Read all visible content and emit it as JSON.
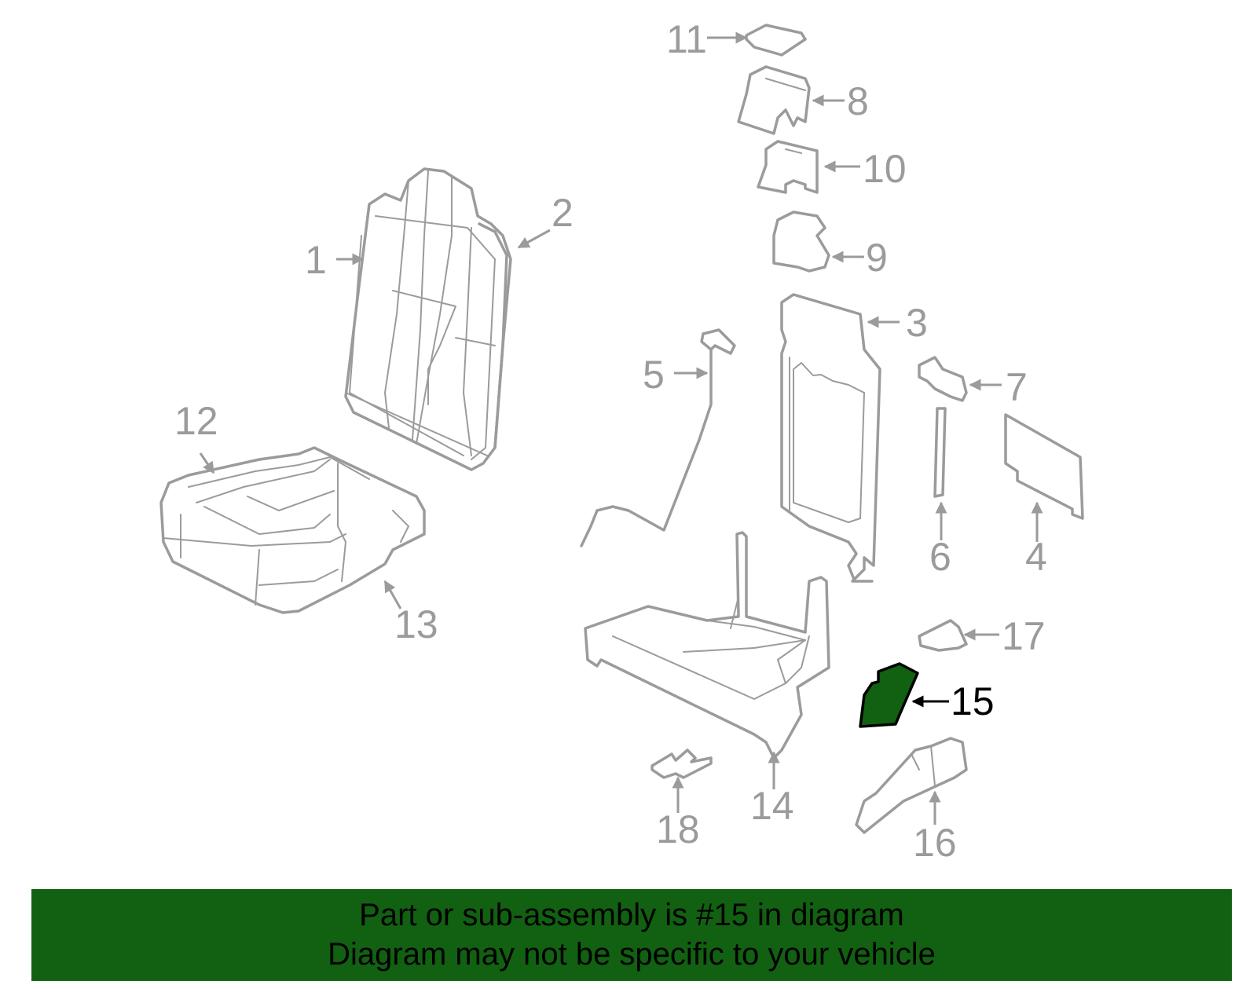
{
  "diagram": {
    "labels": [
      "1",
      "2",
      "3",
      "4",
      "5",
      "6",
      "7",
      "8",
      "9",
      "10",
      "11",
      "12",
      "13",
      "14",
      "15",
      "16",
      "17",
      "18"
    ],
    "highlighted_part": "15",
    "colors": {
      "line": "#9b9b9b",
      "highlight_fill": "#126012",
      "highlight_stroke": "#000000",
      "banner": "#126012"
    }
  },
  "banner": {
    "line1": "Part or sub-assembly is #15 in diagram",
    "line2": "Diagram may not be specific to your vehicle"
  }
}
